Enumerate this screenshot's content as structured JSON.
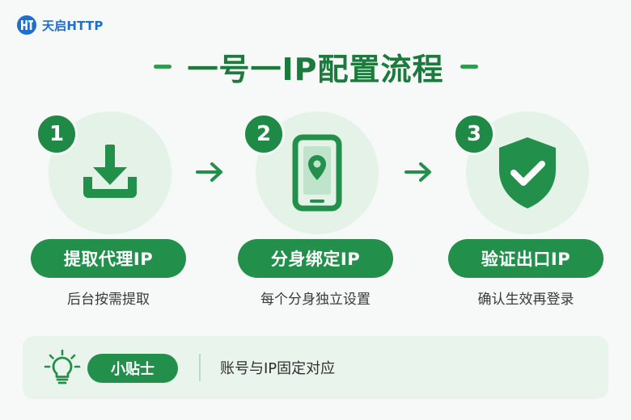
{
  "brand": {
    "logo_text": "天启HTTP",
    "logo_icon": "th-monogram-icon"
  },
  "title": "一号一IP配置流程",
  "colors": {
    "primary": "#22904a",
    "title": "#1b7a3c",
    "brand": "#1f6fd1",
    "circle": "#e4f2e8"
  },
  "steps": [
    {
      "number": "1",
      "label": "提取代理IP",
      "description": "后台按需提取",
      "icon": "download-icon"
    },
    {
      "number": "2",
      "label": "分身绑定IP",
      "description": "每个分身独立设置",
      "icon": "phone-location-icon"
    },
    {
      "number": "3",
      "label": "验证出口IP",
      "description": "确认生效再登录",
      "icon": "shield-check-icon"
    }
  ],
  "tip": {
    "label": "小贴士",
    "text": "账号与IP固定对应",
    "icon": "lightbulb-icon"
  }
}
